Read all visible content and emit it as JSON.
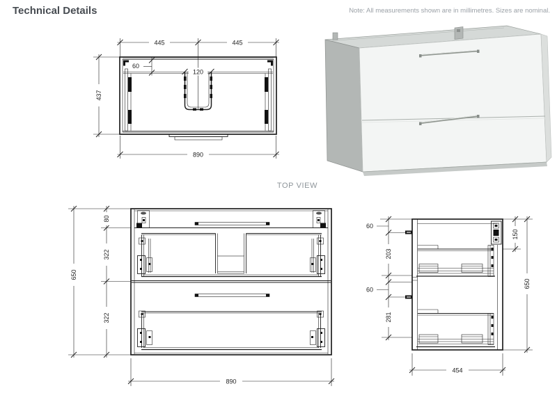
{
  "header": {
    "title": "Technical Details",
    "note": "Note: All measurements shown are in millimetres. Sizes are nominal."
  },
  "labels": {
    "top_view": "TOP VIEW"
  },
  "top_view": {
    "dims": {
      "width_left": "445",
      "width_right": "445",
      "back_offset": "60",
      "cutout_width": "120",
      "depth": "437",
      "width_total": "890"
    }
  },
  "front_view": {
    "dims": {
      "height_total": "650",
      "top_rail": "80",
      "drawer_upper": "322",
      "drawer_lower": "322",
      "width_total": "890"
    }
  },
  "side_view": {
    "dims": {
      "handle_top_offset": "60",
      "drawer_upper_depth": "203",
      "handle_bottom_offset": "60",
      "drawer_lower_depth": "281",
      "mount_rail": "150",
      "height_total": "650",
      "depth_total": "454"
    }
  },
  "colors": {
    "line": "#1f1f1f",
    "title": "#474c52",
    "muted": "#9ba1a7",
    "render_side": "#b3b7b5",
    "render_front": "#f3f5f4"
  }
}
